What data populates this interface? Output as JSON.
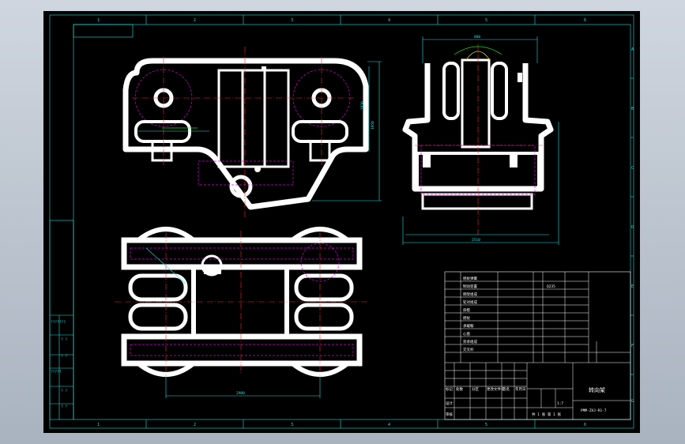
{
  "zones": {
    "top": [
      "1",
      "2",
      "3",
      "4",
      "5",
      "6"
    ],
    "bottom": [
      "1",
      "2",
      "3",
      "4",
      "5",
      "6"
    ],
    "right": [
      "A",
      "B",
      "C",
      "D",
      "E",
      "F",
      "G"
    ]
  },
  "left_strip": {
    "labels": [
      "???????",
      "? ?",
      "? ?",
      "?????",
      "? ?",
      "? ?"
    ]
  },
  "dimensions": {
    "front_height": "1950",
    "front_inner": "1830",
    "side_top": "880",
    "side_bottom": "2510",
    "plan_length": "2900"
  },
  "title_block": {
    "title": "转向架",
    "drawing_number": "PMM-ZXJ-R1-7",
    "weight_scale": "1:7",
    "sheet_info": "共 1 张 第 1 张",
    "parts": [
      "摇枕弹簧",
      "制动装置",
      "侧架组成",
      "轮对组成",
      "斜楔",
      "摇枕",
      "承载鞍",
      "心盘",
      "旁承组成",
      "交叉杆"
    ],
    "material": "Q235",
    "header_labels": [
      "标记",
      "处数",
      "分区",
      "更改文件号",
      "签名",
      "年月日"
    ],
    "design_label": "设计",
    "check_label": "审核"
  }
}
